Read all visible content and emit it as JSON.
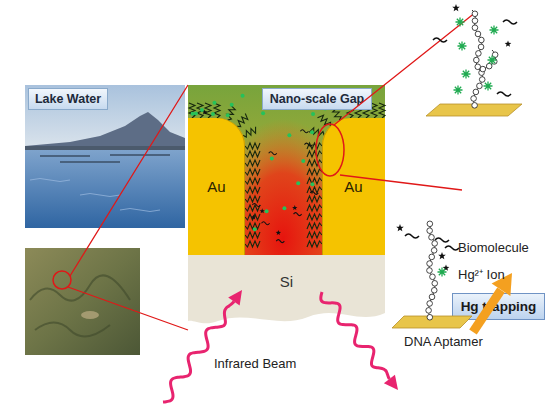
{
  "diagram": {
    "nodes": [
      {
        "text": [
          "Lake Water"
        ]
      },
      {
        "text": [
          "Nano-scale Gap"
        ]
      },
      {
        "text": [
          "Au"
        ]
      },
      {
        "text": [
          "Au"
        ]
      },
      {
        "text": [
          "Si"
        ]
      },
      {
        "text": [
          "Hg trapping"
        ]
      }
    ],
    "labels": [
      "Infrared Beam",
      "DNA Aptamer"
    ],
    "legend": [
      {
        "text": "Biomolecule"
      },
      {
        "text": "Hg²⁺ Ion"
      }
    ]
  }
}
